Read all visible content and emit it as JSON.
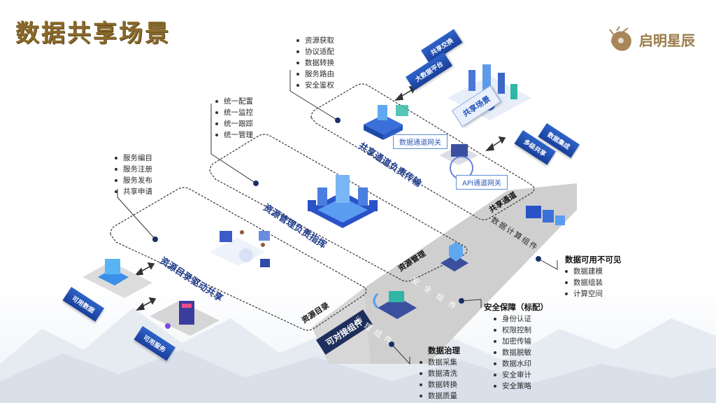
{
  "title": "数据共享场景",
  "logo": {
    "text": "启明星辰",
    "icon": "qiming-logo-icon"
  },
  "layers": {
    "shared_channel": {
      "name": "共享通道负责传输",
      "corner": "共享通道",
      "items": [
        "资源获取",
        "协议适配",
        "数据转换",
        "服务路由",
        "安全鉴权"
      ],
      "gateway_data": "数据通道网关",
      "gateway_api": "API通道网关",
      "tags": [
        "共享交换",
        "大数据平台",
        "共享场景",
        "数据集成",
        "多级共享"
      ]
    },
    "resource_mgmt": {
      "name": "资源管理负责指挥",
      "corner": "资源管理",
      "items": [
        "统一配置",
        "统一监控",
        "统一跟踪",
        "统一管理"
      ]
    },
    "resource_catalog": {
      "name": "资源目录驱动共享",
      "corner": "资源目录",
      "items": [
        "服务编目",
        "服务注册",
        "服务发布",
        "共享申请"
      ],
      "avail_data": "可用数据",
      "avail_service": "可用服务"
    }
  },
  "components": {
    "base_label": "可对接组件",
    "compute": "数据计算组件",
    "security": "安全组件",
    "governance": "治理组件"
  },
  "panels": {
    "compute": {
      "heading": "数据可用不可见",
      "items": [
        "数据建模",
        "数据组装",
        "计算空间"
      ]
    },
    "security": {
      "heading": "安全保障（标配）",
      "items": [
        "身份认证",
        "权限控制",
        "加密传输",
        "数据脱敏",
        "数据水印",
        "安全审计",
        "安全策略"
      ]
    },
    "governance": {
      "heading": "数据治理",
      "items": [
        "数据采集",
        "数据清洗",
        "数据转换",
        "数据质量"
      ]
    }
  },
  "colors": {
    "accent": "#1e3a8a",
    "title_gold": "#8a6a2a",
    "tag_blue": "#2455b8",
    "strip_gray": "#c9c9c9"
  }
}
